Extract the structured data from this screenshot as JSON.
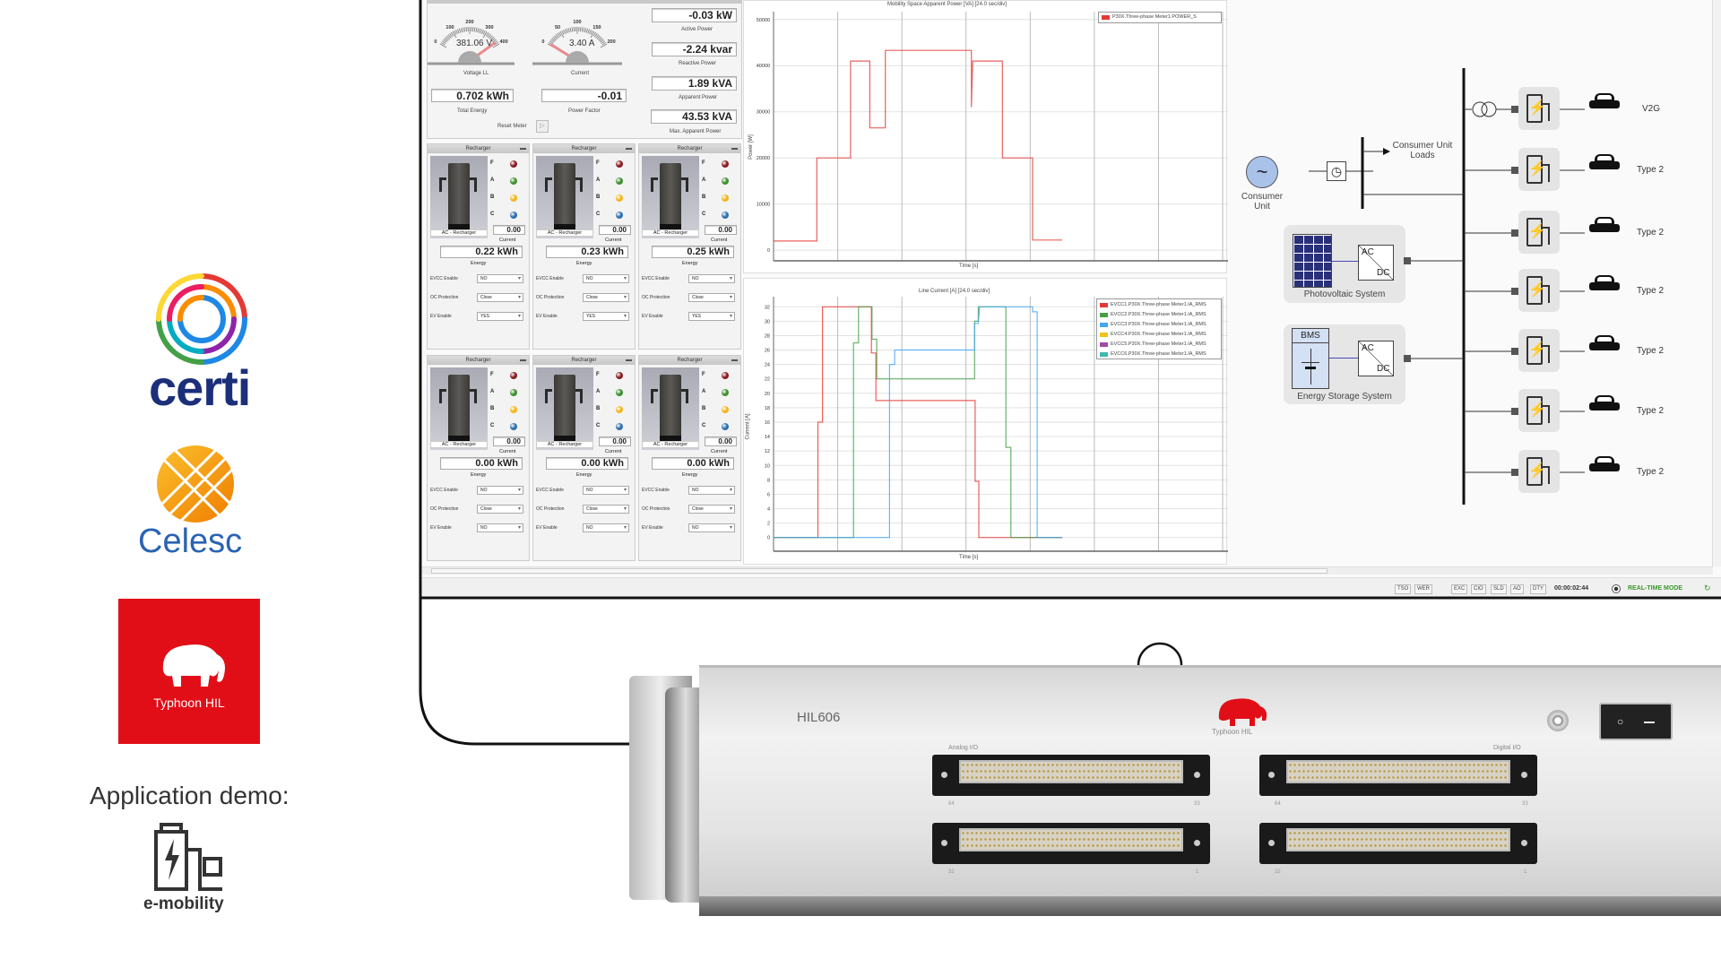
{
  "logos": {
    "certi": "certi",
    "celesc": "Celesc",
    "typhoon": "Typhoon HIL",
    "demo_label": "Application demo:",
    "demo_app": "e-mobility"
  },
  "meter": {
    "voltage_value": "381.06 V",
    "voltage_label": "Voltage LL",
    "voltage_ticks": [
      "0",
      "100",
      "200",
      "300",
      "400"
    ],
    "voltage_level": 381.06,
    "current_value": "3.40 A",
    "current_label": "Current",
    "current_ticks": [
      "0",
      "50",
      "100",
      "150",
      "200"
    ],
    "current_level": 3.4,
    "total_energy": "0.702 kWh",
    "total_energy_label": "Total Energy",
    "power_factor": "-0.01",
    "power_factor_label": "Power Factor",
    "reset_label": "Reset Meter",
    "active_power": "-0.03 kW",
    "active_power_label": "Active Power",
    "reactive_power": "-2.24 kvar",
    "reactive_power_label": "Reactive Power",
    "apparent_power": "1.89 kVA",
    "apparent_power_label": "Apparent Power",
    "max_apparent_power": "43.53 kVA",
    "max_apparent_power_label": "Max. Apparent Power"
  },
  "recharger_labels": {
    "title": "Recharger",
    "caption": "AC - Recharger",
    "current": "Current",
    "energy": "Energy",
    "evcc": "EVCC Enable",
    "oc": "OC Protection",
    "ev": "EV Enable",
    "leds": [
      "F",
      "A",
      "B",
      "C"
    ]
  },
  "led_colors": [
    "#8b1a22",
    "#3f8f2f",
    "#f2b51c",
    "#2e6fb0"
  ],
  "rechargers": [
    {
      "current": "0.00",
      "energy": "0.22 kWh",
      "evcc": "NO",
      "oc": "Close",
      "ev": "YES"
    },
    {
      "current": "0.00",
      "energy": "0.23 kWh",
      "evcc": "NO",
      "oc": "Close",
      "ev": "YES"
    },
    {
      "current": "0.00",
      "energy": "0.25 kWh",
      "evcc": "NO",
      "oc": "Close",
      "ev": "YES"
    },
    {
      "current": "0.00",
      "energy": "0.00 kWh",
      "evcc": "NO",
      "oc": "Close",
      "ev": "NO"
    },
    {
      "current": "0.00",
      "energy": "0.00 kWh",
      "evcc": "NO",
      "oc": "Close",
      "ev": "NO"
    },
    {
      "current": "0.00",
      "energy": "0.00 kWh",
      "evcc": "NO",
      "oc": "Close",
      "ev": "NO"
    }
  ],
  "chart_data": [
    {
      "type": "line",
      "title": "Mobility Space Apparent Power [VA] [24.0 sec/div]",
      "xlabel": "Time [s]",
      "ylabel": "Power [W]",
      "xlim": [
        0,
        170
      ],
      "ylim": [
        -2300,
        51700
      ],
      "yticks": [
        0,
        10000,
        20000,
        30000,
        40000,
        50000
      ],
      "xgrid_step": 24,
      "grid": true,
      "legend_position": "top-right",
      "series": [
        {
          "name": "P30X.Three-phase Meter1.POWER_S",
          "color": "#e53935",
          "points": [
            [
              0,
              2000
            ],
            [
              16.2,
              2000
            ],
            [
              16.2,
              20000
            ],
            [
              28.8,
              20000
            ],
            [
              28.8,
              41000
            ],
            [
              36,
              41000
            ],
            [
              36,
              26500
            ],
            [
              41.8,
              26500
            ],
            [
              41.8,
              43300
            ],
            [
              74,
              43300
            ],
            [
              74,
              31000
            ],
            [
              74.5,
              41000
            ],
            [
              85.6,
              41000
            ],
            [
              85.6,
              20000
            ],
            [
              96.9,
              20000
            ],
            [
              96.9,
              2200
            ],
            [
              108,
              2200
            ]
          ]
        }
      ]
    },
    {
      "type": "line",
      "title": "Line Current [A] [24.0 sec/div]",
      "xlabel": "Time [s]",
      "ylabel": "Current [A]",
      "xlim": [
        0,
        170
      ],
      "ylim": [
        -1.9,
        33.4
      ],
      "yticks": [
        0,
        2,
        4,
        6,
        8,
        10,
        12,
        14,
        16,
        18,
        20,
        22,
        24,
        26,
        28,
        30,
        32
      ],
      "xgrid_step": 24,
      "grid": true,
      "legend_position": "top-right",
      "series": [
        {
          "name": "EVCC1.P30X.Three-phase Meter1.IA_RMS",
          "color": "#e53935",
          "points": [
            [
              0,
              0
            ],
            [
              16.6,
              0
            ],
            [
              16.6,
              16
            ],
            [
              18.3,
              16
            ],
            [
              18.3,
              32
            ],
            [
              36.6,
              32
            ],
            [
              36.6,
              25.6
            ],
            [
              38.3,
              25.6
            ],
            [
              38.3,
              19
            ],
            [
              75.4,
              19
            ],
            [
              75.4,
              7.8
            ],
            [
              76.8,
              7.8
            ],
            [
              76.8,
              0
            ],
            [
              108,
              0
            ]
          ]
        },
        {
          "name": "EVCC2.P30X.Three-phase Meter1.IA_RMS",
          "color": "#43a047",
          "points": [
            [
              0,
              0
            ],
            [
              29.9,
              0
            ],
            [
              29.9,
              27
            ],
            [
              31.8,
              27
            ],
            [
              31.8,
              32
            ],
            [
              36.8,
              32
            ],
            [
              36.8,
              27.5
            ],
            [
              38.6,
              27.5
            ],
            [
              38.6,
              22
            ],
            [
              75.2,
              22
            ],
            [
              75.2,
              30
            ],
            [
              76.6,
              30
            ],
            [
              76.6,
              32
            ],
            [
              86.9,
              32
            ],
            [
              86.9,
              12.5
            ],
            [
              88.8,
              12.5
            ],
            [
              88.8,
              0
            ],
            [
              108,
              0
            ]
          ]
        },
        {
          "name": "EVCC3.P30X.Three-phase Meter1.IA_RMS",
          "color": "#42a5f5",
          "points": [
            [
              0,
              0
            ],
            [
              43.4,
              0
            ],
            [
              43.4,
              24
            ],
            [
              45.3,
              24
            ],
            [
              45.3,
              26
            ],
            [
              75.2,
              26
            ],
            [
              75.2,
              29.7
            ],
            [
              76.6,
              29.7
            ],
            [
              77.1,
              32
            ],
            [
              96.9,
              32
            ],
            [
              96.9,
              31.3
            ],
            [
              98.6,
              31.3
            ],
            [
              98.6,
              0
            ],
            [
              108,
              0
            ]
          ]
        },
        {
          "name": "EVCC4.P30X.Three-phase Meter1.IA_RMS",
          "color": "#f2c21c",
          "points": []
        },
        {
          "name": "EVCC5.P30X.Three-phase Meter1.IA_RMS",
          "color": "#a04aa8",
          "points": []
        },
        {
          "name": "EVCC6.P30X.Three-phase Meter1.IA_RMS",
          "color": "#3fb8b0",
          "points": []
        }
      ]
    }
  ],
  "statusbar": {
    "buttons_a": [
      "TSO",
      "WER"
    ],
    "buttons_b": [
      "EXC",
      "CIO",
      "SLD",
      "AO",
      "DTY"
    ],
    "time": "00:00:02:44",
    "mode": "REAL-TIME MODE",
    "mode_color": "#3a9a2a"
  },
  "diagram": {
    "consumer_unit": "Consumer Unit",
    "consumer_loads": "Consumer Unit Loads",
    "pv": "Photovoltaic System",
    "ess": "Energy Storage System",
    "bms": "BMS",
    "ac": "AC",
    "dc": "DC",
    "chargers": [
      "V2G",
      "Type 2",
      "Type 2",
      "Type 2",
      "Type 2",
      "Type 2",
      "Type 2"
    ]
  },
  "device": {
    "model": "HIL606",
    "brand": "Typhoon HIL",
    "analog": "Analog I/O",
    "digital": "Digital I/O",
    "pins": [
      "64",
      "33",
      "32",
      "1"
    ]
  }
}
